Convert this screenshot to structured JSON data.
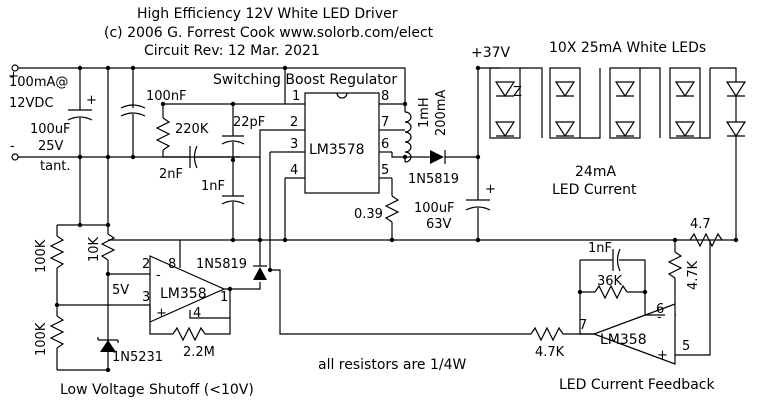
{
  "title": {
    "line1": "High Efficiency 12V White LED Driver",
    "line2": "(c) 2006 G. Forrest Cook   www.solorb.com/elect",
    "line3": "Circuit Rev:  12 Mar. 2021"
  },
  "section_labels": {
    "boost": "Switching Boost Regulator",
    "leds": "10X 25mA White LEDs",
    "shutoff": "Low Voltage Shutoff (<10V)",
    "feedback": "LED Current Feedback",
    "resistors_note": "all resistors are 1/4W"
  },
  "input": {
    "current": "100mA@",
    "voltage": "12VDC",
    "plus": "+",
    "minus": "-"
  },
  "output_voltage": "+37V",
  "led_current": {
    "value": "24mA",
    "label": "LED Current"
  },
  "ics": {
    "u1": "LM3578",
    "u2": "LM358",
    "u3": "LM358"
  },
  "pins": {
    "u1_1": "1",
    "u1_2": "2",
    "u1_3": "3",
    "u1_4": "4",
    "u1_5": "5",
    "u1_6": "6",
    "u1_7": "7",
    "u1_8": "8",
    "u2_2": "2",
    "u2_3": "3",
    "u2_8": "8",
    "u2_1": "1",
    "u2_4": "4",
    "u3_5": "5",
    "u3_6": "6",
    "u3_7": "7"
  },
  "components": {
    "c_in": "100uF",
    "c_in_v": "25V",
    "c_in_type": "tant.",
    "c_in_plus": "+",
    "c_100n": "100nF",
    "r_220k": "220K",
    "c_22p": "22pF",
    "c_2n": "2nF",
    "c_1n_a": "1nF",
    "l1_value": "1mH",
    "l1_current": "200mA",
    "d1": "1N5819",
    "r_039": "0.39",
    "c_out": "100uF",
    "c_out_v": "63V",
    "c_out_plus": "+",
    "r_47": "4.7",
    "r_47k_a": "4.7K",
    "c_1n_b": "1nF",
    "r_36k": "36K",
    "r_47k_b": "4.7K",
    "r_100k_a": "100K",
    "r_10k": "10K",
    "r_100k_b": "100K",
    "d_5819_b": "1N5819",
    "v_5v": "5V",
    "r_22m": "2.2M",
    "zener": "1N5231",
    "plus_sym": "+",
    "minus_sym": "-",
    "z_mark": "Z"
  }
}
